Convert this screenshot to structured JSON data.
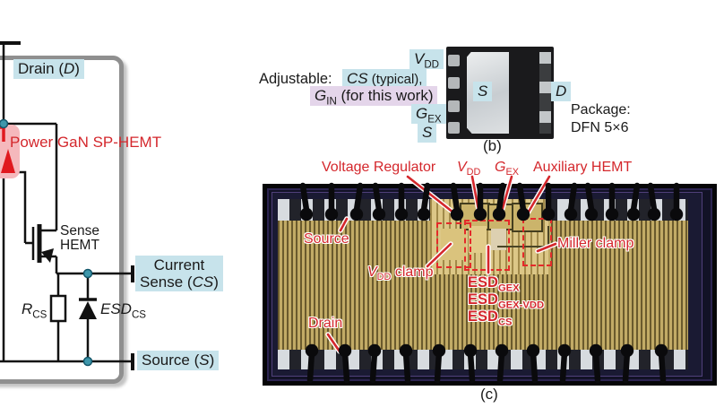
{
  "colors": {
    "accent_red": "#d4272c",
    "highlight_blue": "#c7e3eb",
    "highlight_purple": "#e4d5ea",
    "node_teal": "#3e97ab"
  },
  "panel_a": {
    "drain": {
      "pre": "Drain (",
      "var": "D",
      "post": ")"
    },
    "power_hemt": "Power GaN SP-HEMT",
    "sense_hemt": {
      "line1": "Sense",
      "line2": "HEMT"
    },
    "current_sense": {
      "line1": "Current",
      "pre": "Sense (",
      "var": "CS",
      "post": ")"
    },
    "rcs": {
      "base": "R",
      "sub": "CS"
    },
    "esd_cs": {
      "base": "ESD",
      "sub": "CS"
    },
    "source": {
      "pre": "Source (",
      "var": "S",
      "post": ")"
    }
  },
  "panel_b": {
    "adjustable": "Adjustable:",
    "cs_typical": {
      "var": "CS",
      "rest": " (typical),"
    },
    "gin": {
      "base": "G",
      "sub": "IN",
      "rest": " (for this work)"
    },
    "vdd": {
      "base": "V",
      "sub": "DD"
    },
    "gex": {
      "base": "G",
      "sub": "EX"
    },
    "s_pin": "S",
    "s_pad": "S",
    "d_pad": "D",
    "package": {
      "line1": "Package:",
      "line2": "DFN 5×6"
    },
    "caption": "(b)"
  },
  "panel_c": {
    "voltage_regulator": "Voltage Regulator",
    "vdd": {
      "base": "V",
      "sub": "DD"
    },
    "gex": {
      "base": "G",
      "sub": "EX"
    },
    "auxiliary_hemt": "Auxiliary HEMT",
    "source": "Source",
    "miller_clamp": "Miller clamp",
    "vdd_clamp": {
      "base": "V",
      "sub": "DD",
      "rest": " clamp"
    },
    "esd_gex": {
      "base": "ESD",
      "sub": "GEX"
    },
    "esd_gex_vdd": {
      "base": "ESD",
      "sub": "GEX-VDD"
    },
    "esd_cs": {
      "base": "ESD",
      "sub": "CS"
    },
    "drain": "Drain",
    "caption": "(c)"
  }
}
